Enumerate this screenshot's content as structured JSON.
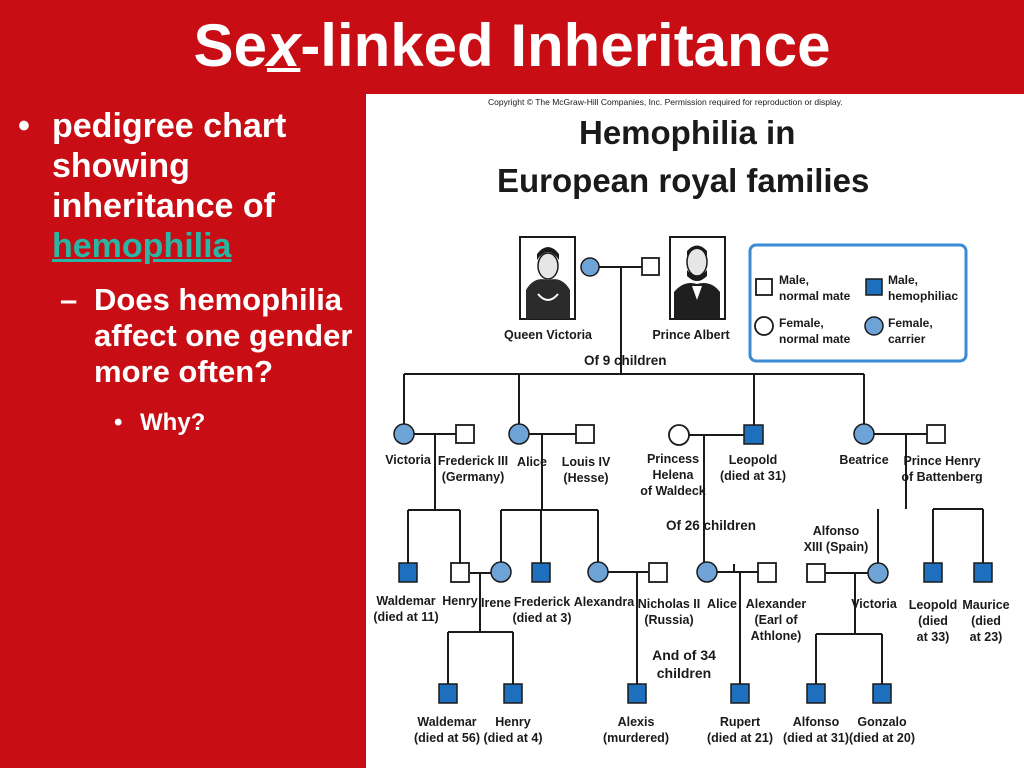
{
  "slide": {
    "title_prefix": "Se",
    "title_x": "x",
    "title_suffix": "-linked Inheritance",
    "bullet1_text": "pedigree chart showing inheritance of",
    "bullet1_link": "hemophilia",
    "bullet2": "Does hemophilia affect one gender more often?",
    "bullet3": "Why?",
    "bullet_mark": "•",
    "dash_mark": "–"
  },
  "figure": {
    "copyright": "Copyright © The McGraw-Hill Companies, Inc. Permission required for reproduction or display.",
    "title_line1": "Hemophilia in",
    "title_line2": "European royal families",
    "legend": {
      "male_normal": [
        "Male,",
        "normal mate"
      ],
      "female_normal": [
        "Female,",
        "normal mate"
      ],
      "male_hemophiliac": [
        "Male,",
        "hemophiliac"
      ],
      "female_carrier": [
        "Female,",
        "carrier"
      ]
    },
    "labels": {
      "queen_victoria": "Queen Victoria",
      "prince_albert": "Prince Albert",
      "children_of_9": "Of 9   children",
      "victoria_daughter": "Victoria",
      "frederick_iii": [
        "Frederick III",
        "(Germany)"
      ],
      "alice_daughter": "Alice",
      "louis_iv": [
        "Louis IV",
        "(Hesse)"
      ],
      "princess_helena": [
        "Princess",
        "Helena",
        "of Waldeck"
      ],
      "leopold_son": [
        "Leopold",
        "(died at 31)"
      ],
      "beatrice": "Beatrice",
      "prince_henry": [
        "Prince Henry",
        "of Battenberg"
      ],
      "children_of_26": "Of 26   children",
      "alfonso_xiii": [
        "Alfonso",
        "XIII (Spain)"
      ],
      "waldemar_prussia": [
        "Waldemar",
        "(died at 11)"
      ],
      "henry_prussia": "Henry",
      "irene": "Irene",
      "frederick_hesse": [
        "Frederick",
        "(died at 3)"
      ],
      "alexandra": "Alexandra",
      "nicholas_ii": [
        "Nicholas II",
        "(Russia)"
      ],
      "alice_athlone": "Alice",
      "alexander_athlone": [
        "Alexander",
        "(Earl of",
        "Athlone)"
      ],
      "victoria_eugenie": "Victoria",
      "leopold_battenberg": [
        "Leopold",
        "(died",
        "at 33)"
      ],
      "maurice": [
        "Maurice",
        "(died",
        "at 23)"
      ],
      "children_of_34": [
        "And of 34",
        "children"
      ],
      "waldemar_grandson": [
        "Waldemar",
        "(died at 56)"
      ],
      "henry_grandson": [
        "Henry",
        "(died at 4)"
      ],
      "alexis": [
        "Alexis",
        "(murdered)"
      ],
      "rupert": [
        "Rupert",
        "(died at 21)"
      ],
      "alfonso_grandson": [
        "Alfonso",
        "(died at 31)"
      ],
      "gonzalo": [
        "Gonzalo",
        "(died at 20)"
      ]
    },
    "colors": {
      "affected_fill": "#1f6fbf",
      "carrier_fill": "#6ea3d8",
      "legend_border": "#3b8bd4",
      "slide_background": "#c80d14",
      "link_color": "#2ab5a5"
    }
  }
}
